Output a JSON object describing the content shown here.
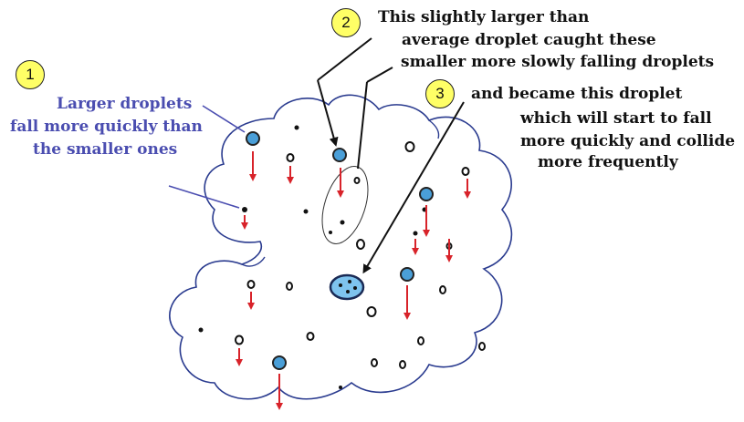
{
  "badges": {
    "one": "1",
    "two": "2",
    "three": "3"
  },
  "note1": {
    "line1": "Larger droplets",
    "line2": "fall more quickly than",
    "line3": "the smaller ones"
  },
  "note2": {
    "line1": "This slightly larger than",
    "line2": "average droplet caught these",
    "line3": "smaller more slowly falling droplets"
  },
  "note3": {
    "line1": "and became this droplet",
    "line2": "which will start to fall",
    "line3": "more quickly and collide",
    "line4": "more frequently"
  },
  "colors": {
    "cloud_outline": "#2a3b8f",
    "droplet_fill": "#4a9fd8",
    "arrow": "#d8232a",
    "badge": "#ffff66",
    "note_blue": "#4a4db0"
  }
}
